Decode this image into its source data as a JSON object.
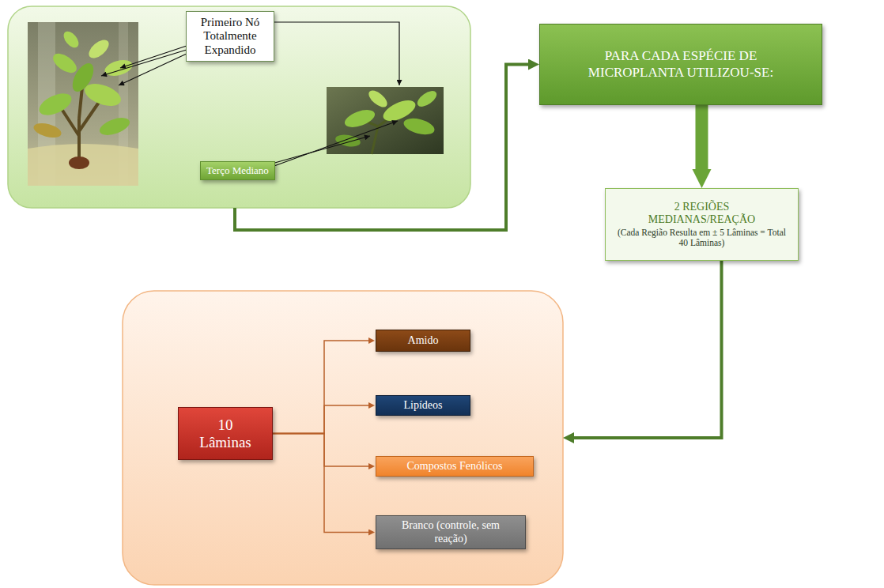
{
  "diagram": {
    "nodes": [
      {
        "text": []
      },
      {
        "text": [
          "Primeiro Nó Totalmente Expandido"
        ],
        "in": 0
      },
      {
        "text": [
          "Terço Mediano"
        ],
        "in": 0
      },
      {
        "text": [
          "PARA CADA ESPÉCIE DE MICROPLANTA UTILIZOU-SE:"
        ]
      },
      {
        "text": [
          "2 REGIÕES MEDIANAS/REAÇÃO",
          "(Cada Região Resulta em ± 5 Lâminas = Total 40 Lâminas)"
        ]
      },
      {
        "text": []
      },
      {
        "text": [
          "10 Lâminas"
        ],
        "in": 5
      },
      {
        "text": [
          "Amido"
        ],
        "in": 5
      },
      {
        "text": [
          "Lipídeos"
        ],
        "in": 5
      },
      {
        "text": [
          "Compostos Fenólicos"
        ],
        "in": 5
      },
      {
        "text": [
          "Branco (controle, sem reação)"
        ],
        "in": 5
      }
    ],
    "edges": [
      {
        "from": 0,
        "to": 3,
        "arrow": "to"
      },
      {
        "from": 3,
        "to": 4,
        "arrow": "to"
      },
      {
        "from": 4,
        "to": 5,
        "arrow": "to"
      },
      {
        "from": 6,
        "to": 7,
        "arrow": "to"
      },
      {
        "from": 6,
        "to": 8,
        "arrow": "to"
      },
      {
        "from": 6,
        "to": 9,
        "arrow": "to"
      },
      {
        "from": 6,
        "to": 10,
        "arrow": "to"
      }
    ]
  }
}
